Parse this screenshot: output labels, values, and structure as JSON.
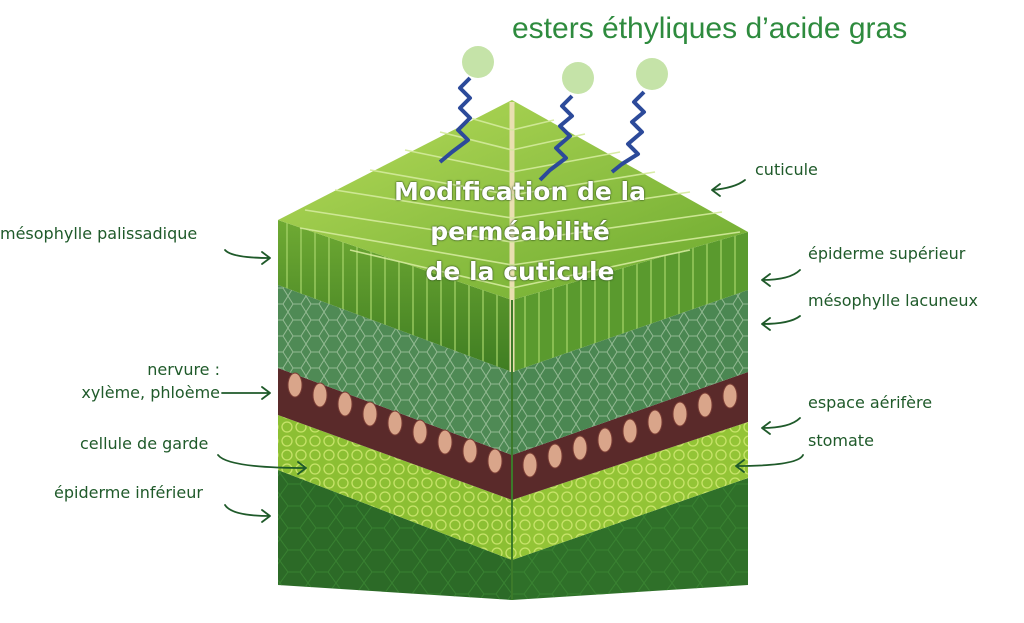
{
  "title": "esters éthyliques d’acide gras",
  "overlay_text": [
    "Modification de la",
    "perméabilité",
    "de la cuticule"
  ],
  "labels": {
    "cuticle": "cuticule",
    "palisade_mesophyll": "mésophylle palissadique",
    "upper_epidermis": "épiderme supérieur",
    "spongy_mesophyll": "mésophylle lacuneux",
    "vein": [
      "nervure :",
      "xylème, phloème"
    ],
    "air_space": "espace aérifère",
    "guard_cell": "cellule de garde",
    "stomata": "stomate",
    "lower_epidermis": "épiderme inférieur"
  },
  "colors": {
    "label_text": "#1f5a2a",
    "title_text": "#2e8b3e",
    "molecule_head": "#c5e3a8",
    "molecule_tail": "#2c4a9a",
    "leaf_top": "#8cc63f",
    "leaf_dark": "#2e6b2a"
  }
}
